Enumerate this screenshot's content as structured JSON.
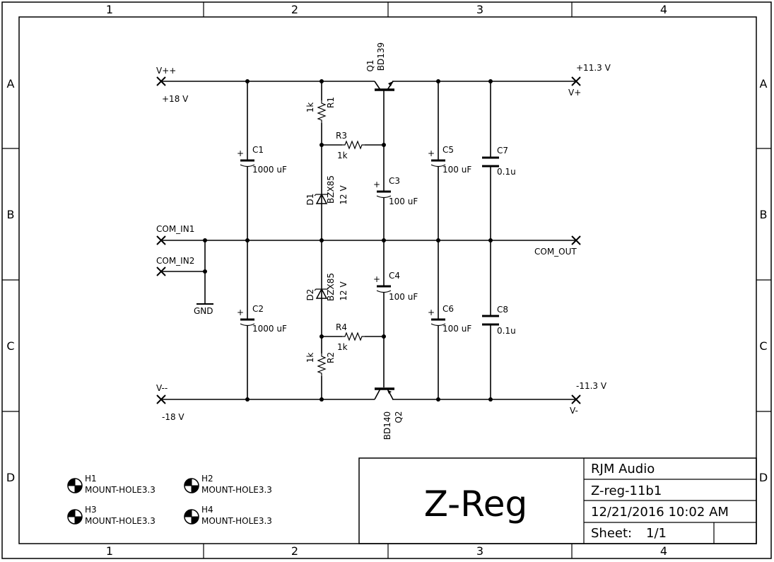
{
  "frame": {
    "columns": [
      "1",
      "2",
      "3",
      "4"
    ],
    "rows": [
      "A",
      "B",
      "C",
      "D"
    ]
  },
  "nets": {
    "vpp": "V++",
    "vpp_value": "+18 V",
    "vmm": "V--",
    "vmm_value": "-18 V",
    "vplus": "V+",
    "vplus_value": "+11.3 V",
    "vminus": "V-",
    "vminus_value": "-11.3 V",
    "com_in1": "COM_IN1",
    "com_in2": "COM_IN2",
    "com_out": "COM_OUT",
    "gnd": "GND"
  },
  "parts": {
    "c1": {
      "ref": "C1",
      "value": "1000 uF"
    },
    "c2": {
      "ref": "C2",
      "value": "1000 uF"
    },
    "c3": {
      "ref": "C3",
      "value": "100 uF"
    },
    "c4": {
      "ref": "C4",
      "value": "100 uF"
    },
    "c5": {
      "ref": "C5",
      "value": "100 uF"
    },
    "c6": {
      "ref": "C6",
      "value": "100 uF"
    },
    "c7": {
      "ref": "C7",
      "value": "0.1u"
    },
    "c8": {
      "ref": "C8",
      "value": "0.1u"
    },
    "r1": {
      "ref": "R1",
      "value": "1k"
    },
    "r2": {
      "ref": "R2",
      "value": "1k"
    },
    "r3": {
      "ref": "R3",
      "value": "1k"
    },
    "r4": {
      "ref": "R4",
      "value": "1k"
    },
    "d1": {
      "ref": "D1",
      "part": "BZX85",
      "value": "12 V"
    },
    "d2": {
      "ref": "D2",
      "part": "BZX85",
      "value": "12 V"
    },
    "q1": {
      "ref": "Q1",
      "part": "BD139"
    },
    "q2": {
      "ref": "Q2",
      "part": "BD140"
    }
  },
  "mount_holes": [
    {
      "ref": "H1",
      "value": "MOUNT-HOLE3.3"
    },
    {
      "ref": "H2",
      "value": "MOUNT-HOLE3.3"
    },
    {
      "ref": "H3",
      "value": "MOUNT-HOLE3.3"
    },
    {
      "ref": "H4",
      "value": "MOUNT-HOLE3.3"
    }
  ],
  "title_block": {
    "title": "Z-Reg",
    "company": "RJM Audio",
    "document": "Z-reg-11b1",
    "date": "12/21/2016 10:02 AM",
    "sheet_label": "Sheet:",
    "sheet": "1/1"
  }
}
